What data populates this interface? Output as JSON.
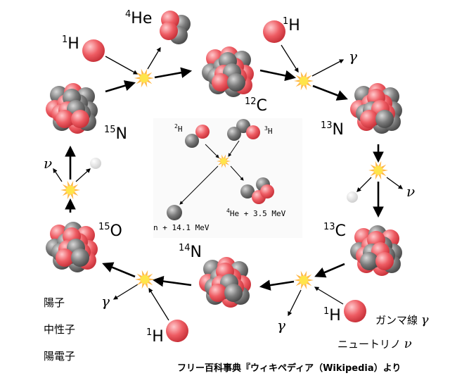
{
  "colors": {
    "proton": "#e8535a",
    "neutron": "#7a7a7a",
    "positron": "#e2e2e2",
    "flash": "#ffe44a",
    "arrow": "#000000"
  },
  "cycle": {
    "top_left_h": "1",
    "top_left_h_sym": "H",
    "he4_mass": "4",
    "he4_sym": "He",
    "c12_mass": "12",
    "c12_sym": "C",
    "top_right_h": "1",
    "top_right_h_sym": "H",
    "gamma1": "γ",
    "n13_mass": "13",
    "n13_sym": "N",
    "nu1": "ν",
    "c13_mass": "13",
    "c13_sym": "C",
    "bottom_right_h": "1",
    "bottom_right_h_sym": "H",
    "gamma2": "γ",
    "n14_mass": "14",
    "n14_sym": "N",
    "bottom_left_h": "1",
    "bottom_left_h_sym": "H",
    "gamma3": "γ",
    "o15_mass": "15",
    "o15_sym": "O",
    "nu2": "ν",
    "n15_mass": "15",
    "n15_sym": "N"
  },
  "inset": {
    "h2_mass": "2",
    "h2_sym": "H",
    "h3_mass": "3",
    "h3_sym": "H",
    "neutron_text": "n + 14.1 MeV",
    "he4_mass": "4",
    "he4_text": "He + 3.5 MeV"
  },
  "legend": {
    "proton": "陽子",
    "neutron": "中性子",
    "positron": "陽電子",
    "gamma_label": "ガンマ線",
    "gamma_symbol": "γ",
    "neutrino_label": "ニュートリノ",
    "neutrino_symbol": "ν"
  },
  "credit": "フリー百科事典『ウィキペディア（Wikipedia）より"
}
